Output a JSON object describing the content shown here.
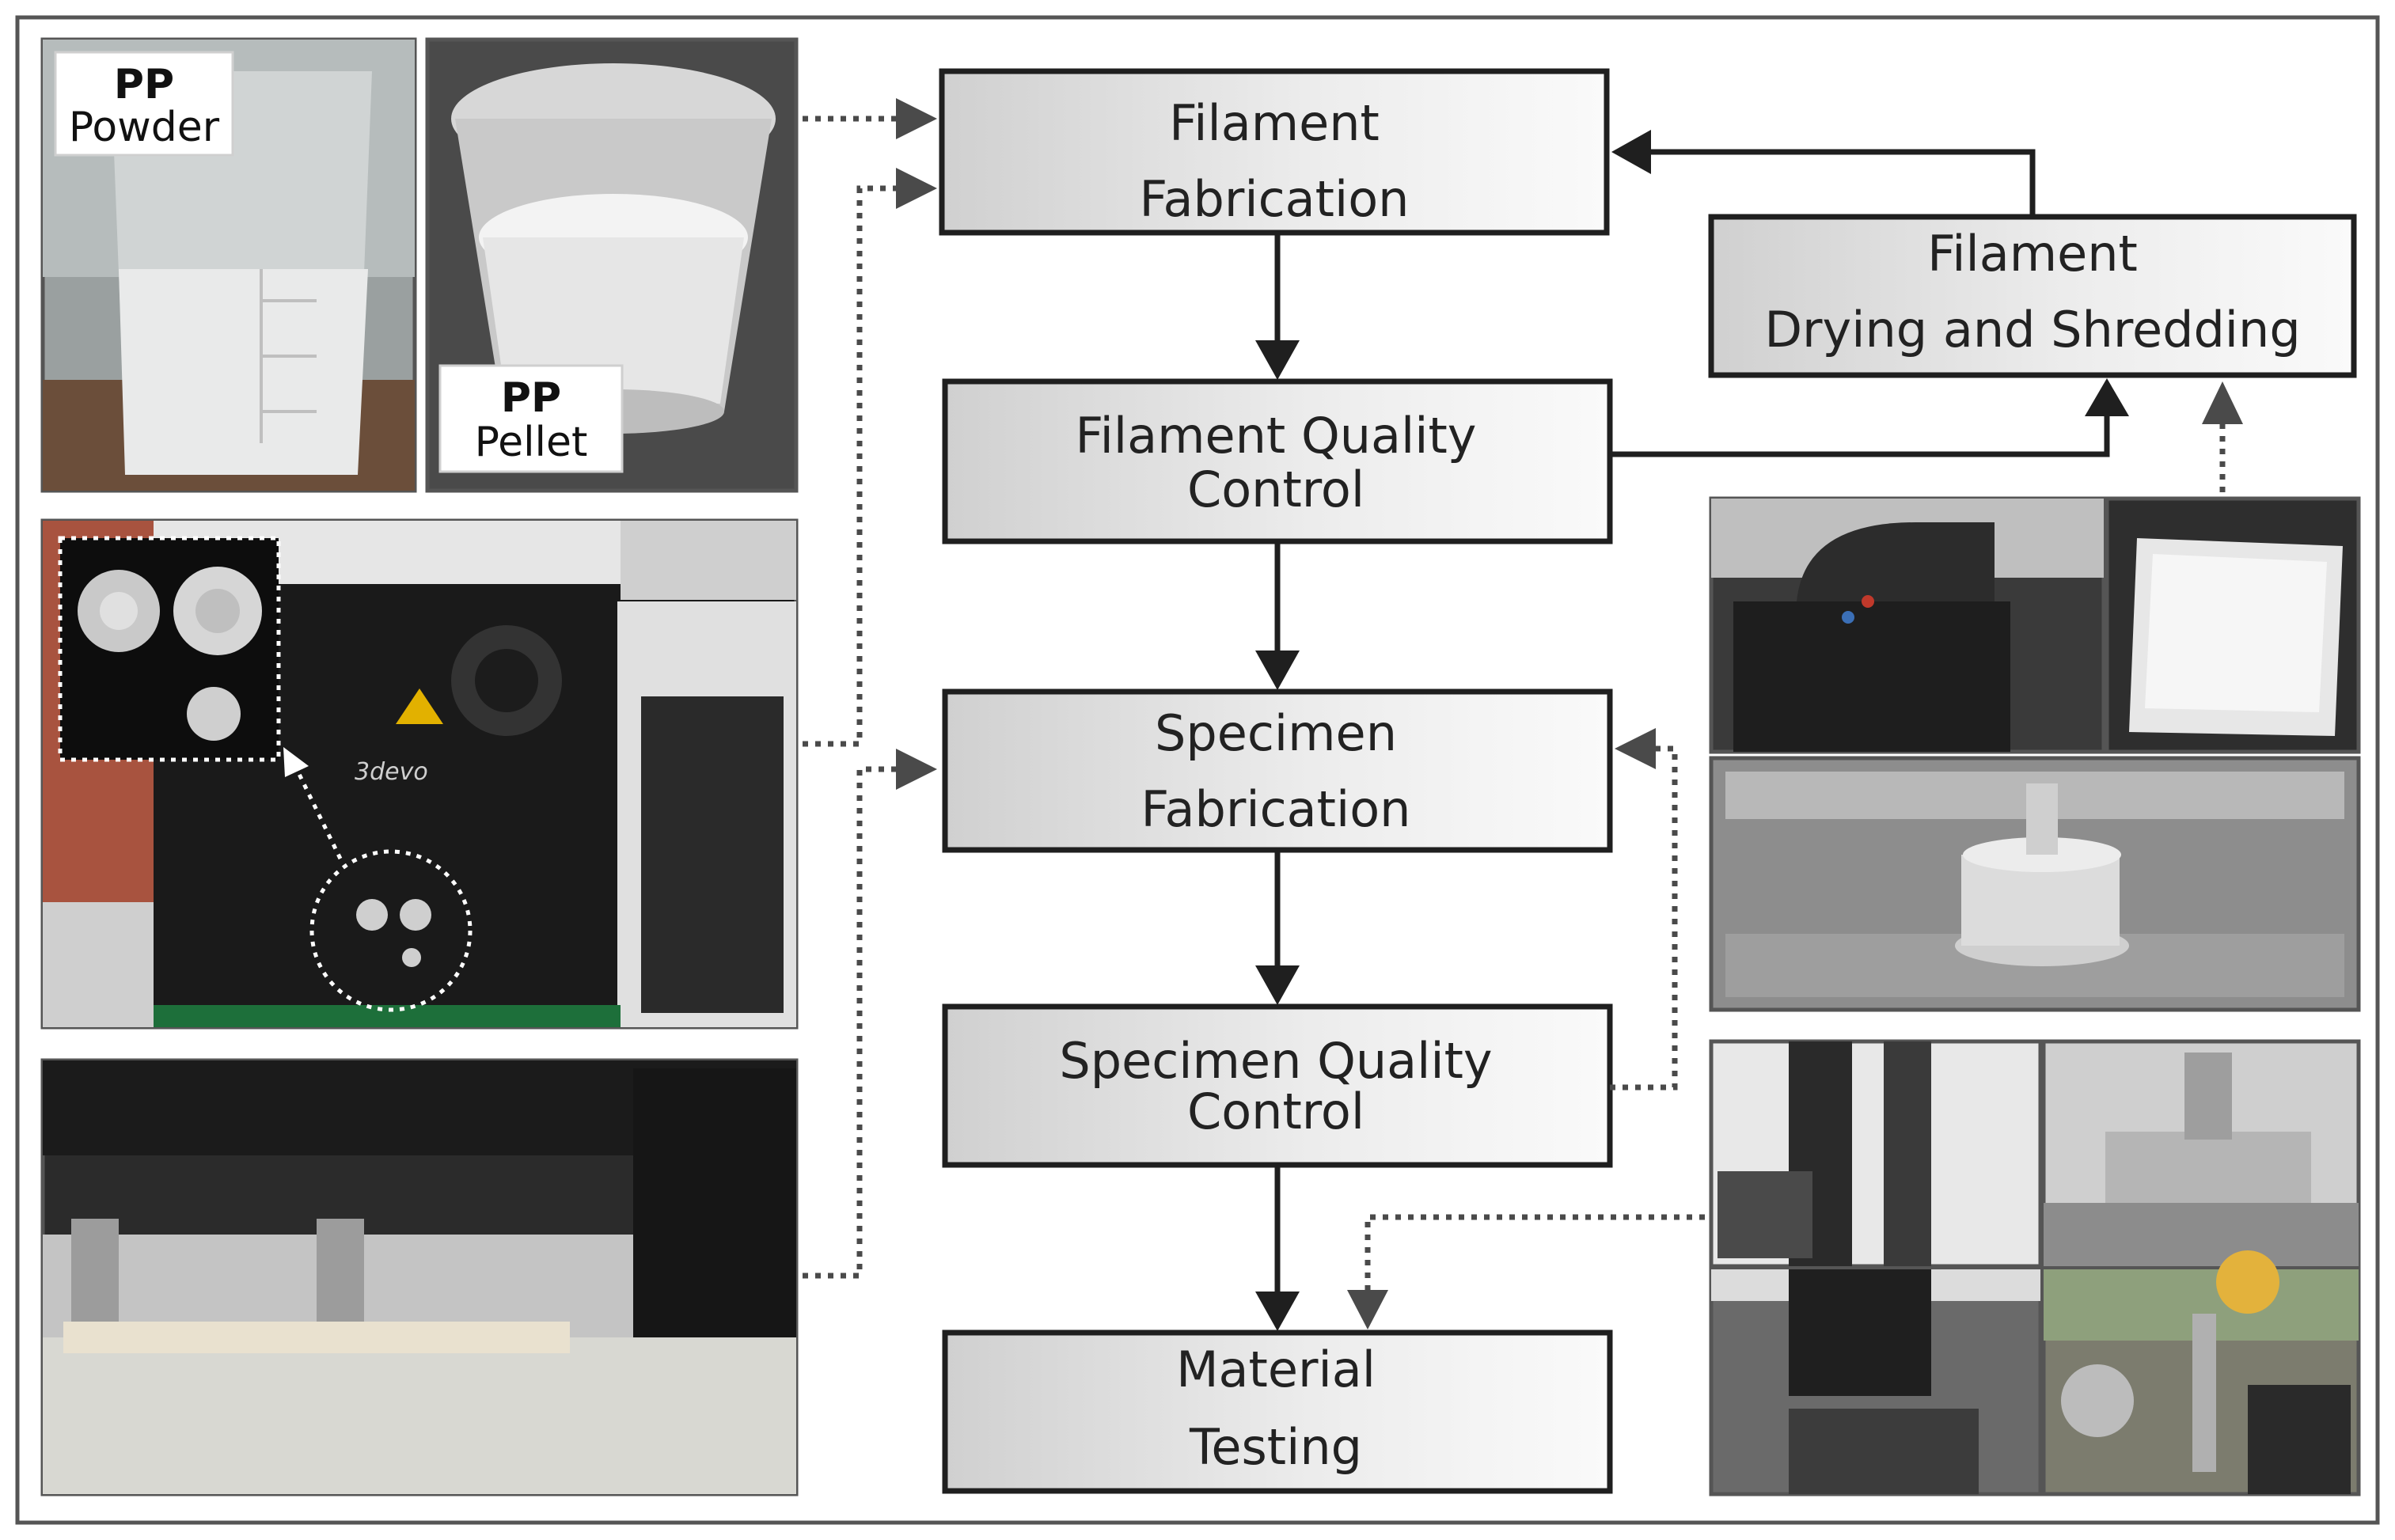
{
  "colors": {
    "box_stroke": "#1f1f1f",
    "box_fill_light": "#f7f7f7",
    "box_fill_dark": "#d2d2d2",
    "arrow_solid": "#1f1f1f",
    "arrow_dotted": "#4a4a4a",
    "frame": "#555555"
  },
  "boxes": {
    "filament_fabrication": {
      "line1": "Filament",
      "line2": "Fabrication"
    },
    "filament_quality_control": {
      "line1": "Filament Quality",
      "line2": "Control"
    },
    "specimen_fabrication": {
      "line1": "Specimen",
      "line2": "Fabrication"
    },
    "specimen_quality_control": {
      "line1": "Specimen Quality",
      "line2": "Control"
    },
    "material_testing": {
      "line1": "Material",
      "line2": "Testing"
    },
    "filament_drying_shredding": {
      "line1": "Filament",
      "line2": "Drying and Shredding"
    }
  },
  "photo_labels": {
    "pp_powder": {
      "line1": "PP",
      "line2": "Powder"
    },
    "pp_pellet": {
      "line1": "PP",
      "line2": "Pellet"
    },
    "extruder_logo": "3devo"
  },
  "photos": {
    "pp_powder": "beaker-photo",
    "pp_pellet": "cup-photo",
    "extruder": "extruder-photo",
    "printer": "printer-bed-photo",
    "shredder": "shredder-photo",
    "flakes": "flakes-photo",
    "oven": "oven-spool-photo",
    "test_1": "tensile-grip-photo",
    "test_2": "bending-fixture-photo",
    "test_3": "indenter-photo",
    "test_4": "impact-pendulum-photo"
  }
}
